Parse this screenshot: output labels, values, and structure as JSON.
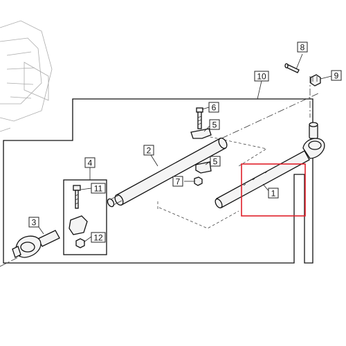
{
  "callouts": {
    "c1": "1",
    "c2": "2",
    "c3": "3",
    "c4": "4",
    "c5a": "5",
    "c5b": "5",
    "c6": "6",
    "c7": "7",
    "c8": "8",
    "c9": "9",
    "c10": "10",
    "c11": "11",
    "c12": "12"
  },
  "highlight_color": "#e0202a"
}
